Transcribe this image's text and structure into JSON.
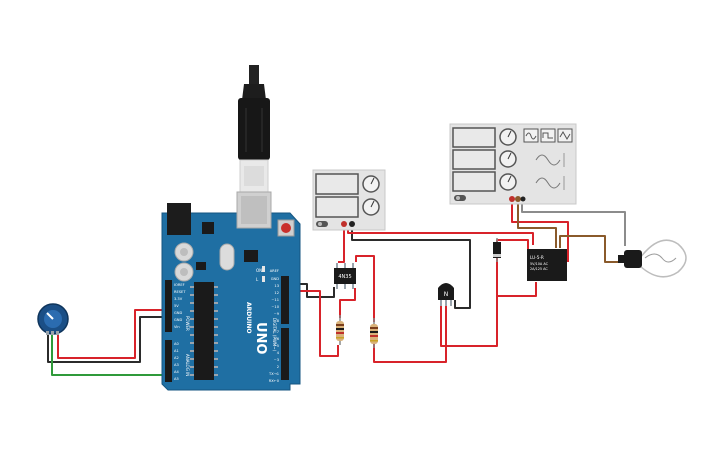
{
  "arduino": {
    "brand": "ARDUINO",
    "model": "UNO",
    "power_header_label": "POWER",
    "analog_header_label": "ANALOG IN",
    "digital_header_label": "DIGITAL (PWM~)",
    "pin_on_label": "ON",
    "pin_l_label": "L",
    "pin_tx_label": "TX",
    "pin_rx_label": "RX",
    "power_pins": [
      "IOREF",
      "RESET",
      "3.3V",
      "5V",
      "GND",
      "GND",
      "Vin"
    ],
    "analog_pins": [
      "A0",
      "A1",
      "A2",
      "A3",
      "A4",
      "A5"
    ],
    "digital_pins": [
      "AREF",
      "GND",
      "13",
      "12",
      "~11",
      "~10",
      "~9",
      "8",
      "7",
      "~6",
      "~5",
      "4",
      "~3",
      "2",
      "TX→1",
      "RX←0"
    ]
  },
  "optocoupler": {
    "label": "4N35"
  },
  "transistor": {
    "label": "N"
  },
  "relay": {
    "label_lines": [
      "LU-5-R",
      "5V/10A AC",
      "2A/125 AC"
    ]
  },
  "colors": {
    "board": "#1f6fa3",
    "wire_red": "#d8232a",
    "wire_black": "#2b2b2b",
    "wire_green": "#2f9a3a",
    "wire_brown": "#8a5a2b",
    "wire_gray": "#8c8c8c",
    "instrument_body": "#e4e4e4",
    "display_panel": "#e9e9e9"
  }
}
